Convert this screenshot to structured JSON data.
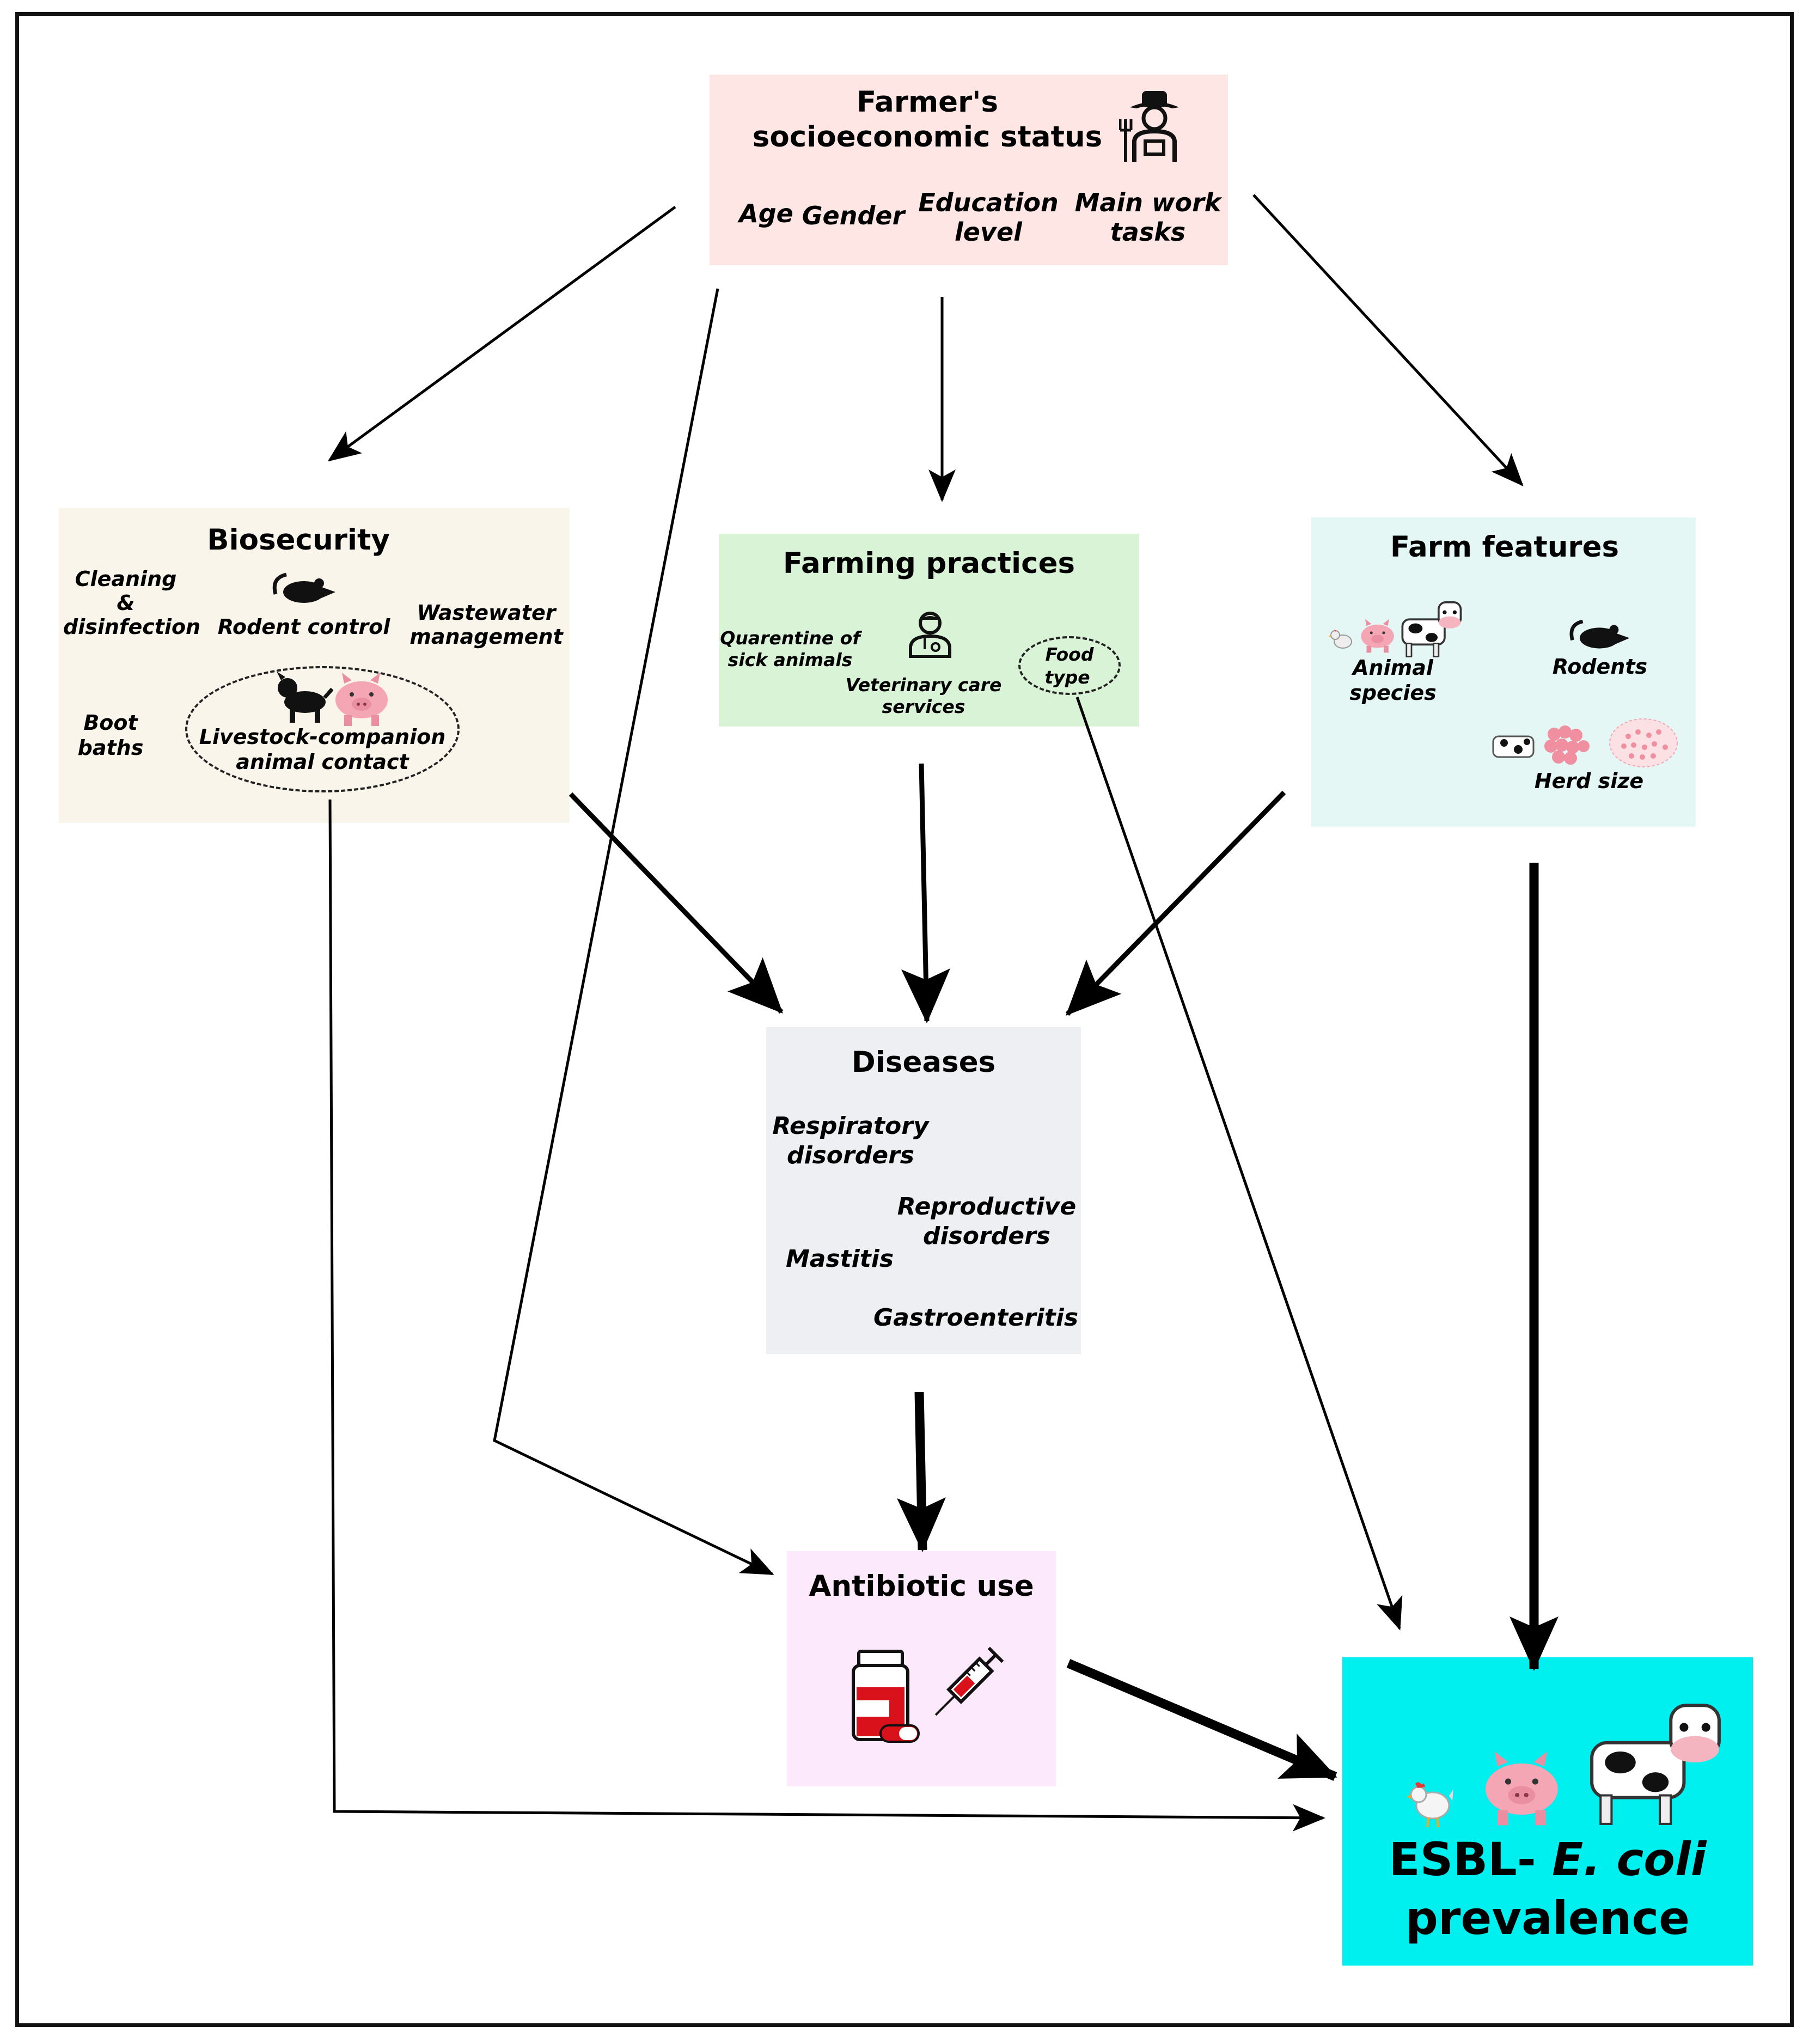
{
  "ses": {
    "title_line1": "Farmer's",
    "title_line2": "socioeconomic status",
    "age": "Age",
    "gender": "Gender",
    "education_l1": "Education",
    "education_l2": "level",
    "work_l1": "Main work",
    "work_l2": "tasks",
    "icon": "farmer-icon"
  },
  "biosecurity": {
    "title": "Biosecurity",
    "cleaning_l1": "Cleaning",
    "cleaning_l2": "&",
    "cleaning_l3": "disinfection",
    "rodent": "Rodent control",
    "wastewater_l1": "Wastewater",
    "wastewater_l2": "management",
    "boot_l1": "Boot",
    "boot_l2": "baths",
    "contact_l1": "Livestock-companion",
    "contact_l2": "animal  contact"
  },
  "practices": {
    "title": "Farming practices",
    "quarantine_l1": "Quarentine of",
    "quarantine_l2": "sick animals",
    "vet_l1": "Veterinary care",
    "vet_l2": "services",
    "food_l1": "Food",
    "food_l2": "type"
  },
  "features": {
    "title": "Farm features",
    "species_l1": "Animal",
    "species_l2": "species",
    "rodents": "Rodents",
    "herd": "Herd size"
  },
  "diseases": {
    "title": "Diseases",
    "resp_l1": "Respiratory",
    "resp_l2": "disorders",
    "repro_l1": "Reproductive",
    "repro_l2": "disorders",
    "mastitis": "Mastitis",
    "gastro": "Gastroenteritis"
  },
  "antibiotic": {
    "title": "Antibiotic use"
  },
  "outcome": {
    "line1_a": "ESBL- ",
    "line1_b": "E. coli",
    "line2": "prevalence"
  },
  "colors": {
    "ses_bg": "#fde6e4",
    "biosecurity_bg": "#faf5ea",
    "practices_bg": "#d9f3d6",
    "features_bg": "#e5f7f5",
    "diseases_bg": "#eeeff2",
    "antibiotic_bg": "#fde9fc",
    "outcome_bg": "#00f0f0"
  }
}
